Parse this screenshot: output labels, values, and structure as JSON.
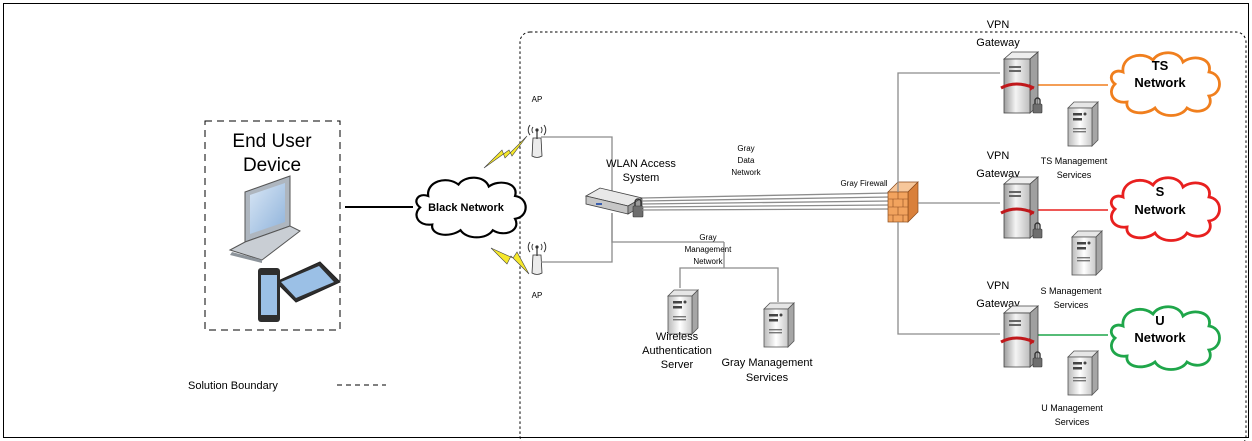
{
  "end_user": {
    "line1": "End User",
    "line2": "Device"
  },
  "legend": {
    "label": "Solution Boundary"
  },
  "black_network": {
    "label": "Black Network"
  },
  "access_points": {
    "top_label": "AP",
    "bottom_label": "AP"
  },
  "wlan": {
    "line1": "WLAN Access",
    "line2": "System"
  },
  "gray_data_network": {
    "line1": "Gray",
    "line2": "Data",
    "line3": "Network"
  },
  "gray_mgmt_network": {
    "line1": "Gray",
    "line2": "Management",
    "line3": "Network"
  },
  "gray_firewall": {
    "label": "Gray Firewall"
  },
  "wireless_auth": {
    "line1": "Wireless",
    "line2": "Authentication",
    "line3": "Server"
  },
  "gray_mgmt_services": {
    "line1": "Gray Management",
    "line2": "Services"
  },
  "vpn_gateways": [
    {
      "line1": "VPN",
      "line2": "Gateway"
    },
    {
      "line1": "VPN",
      "line2": "Gateway"
    },
    {
      "line1": "VPN",
      "line2": "Gateway"
    }
  ],
  "networks": [
    {
      "line1": "TS",
      "line2": "Network",
      "color": "#f07f1e"
    },
    {
      "line1": "S",
      "line2": "Network",
      "color": "#e8201f"
    },
    {
      "line1": "U",
      "line2": "Network",
      "color": "#1fa64a"
    }
  ],
  "mgmt_services": [
    {
      "line1": "TS Management",
      "line2": "Services"
    },
    {
      "line1": "S Management",
      "line2": "Services"
    },
    {
      "line1": "U Management",
      "line2": "Services"
    }
  ],
  "colors": {
    "gray_link": "#8c8c8c",
    "lightning": "#f6e82b",
    "firewall": "#f2a35e"
  }
}
